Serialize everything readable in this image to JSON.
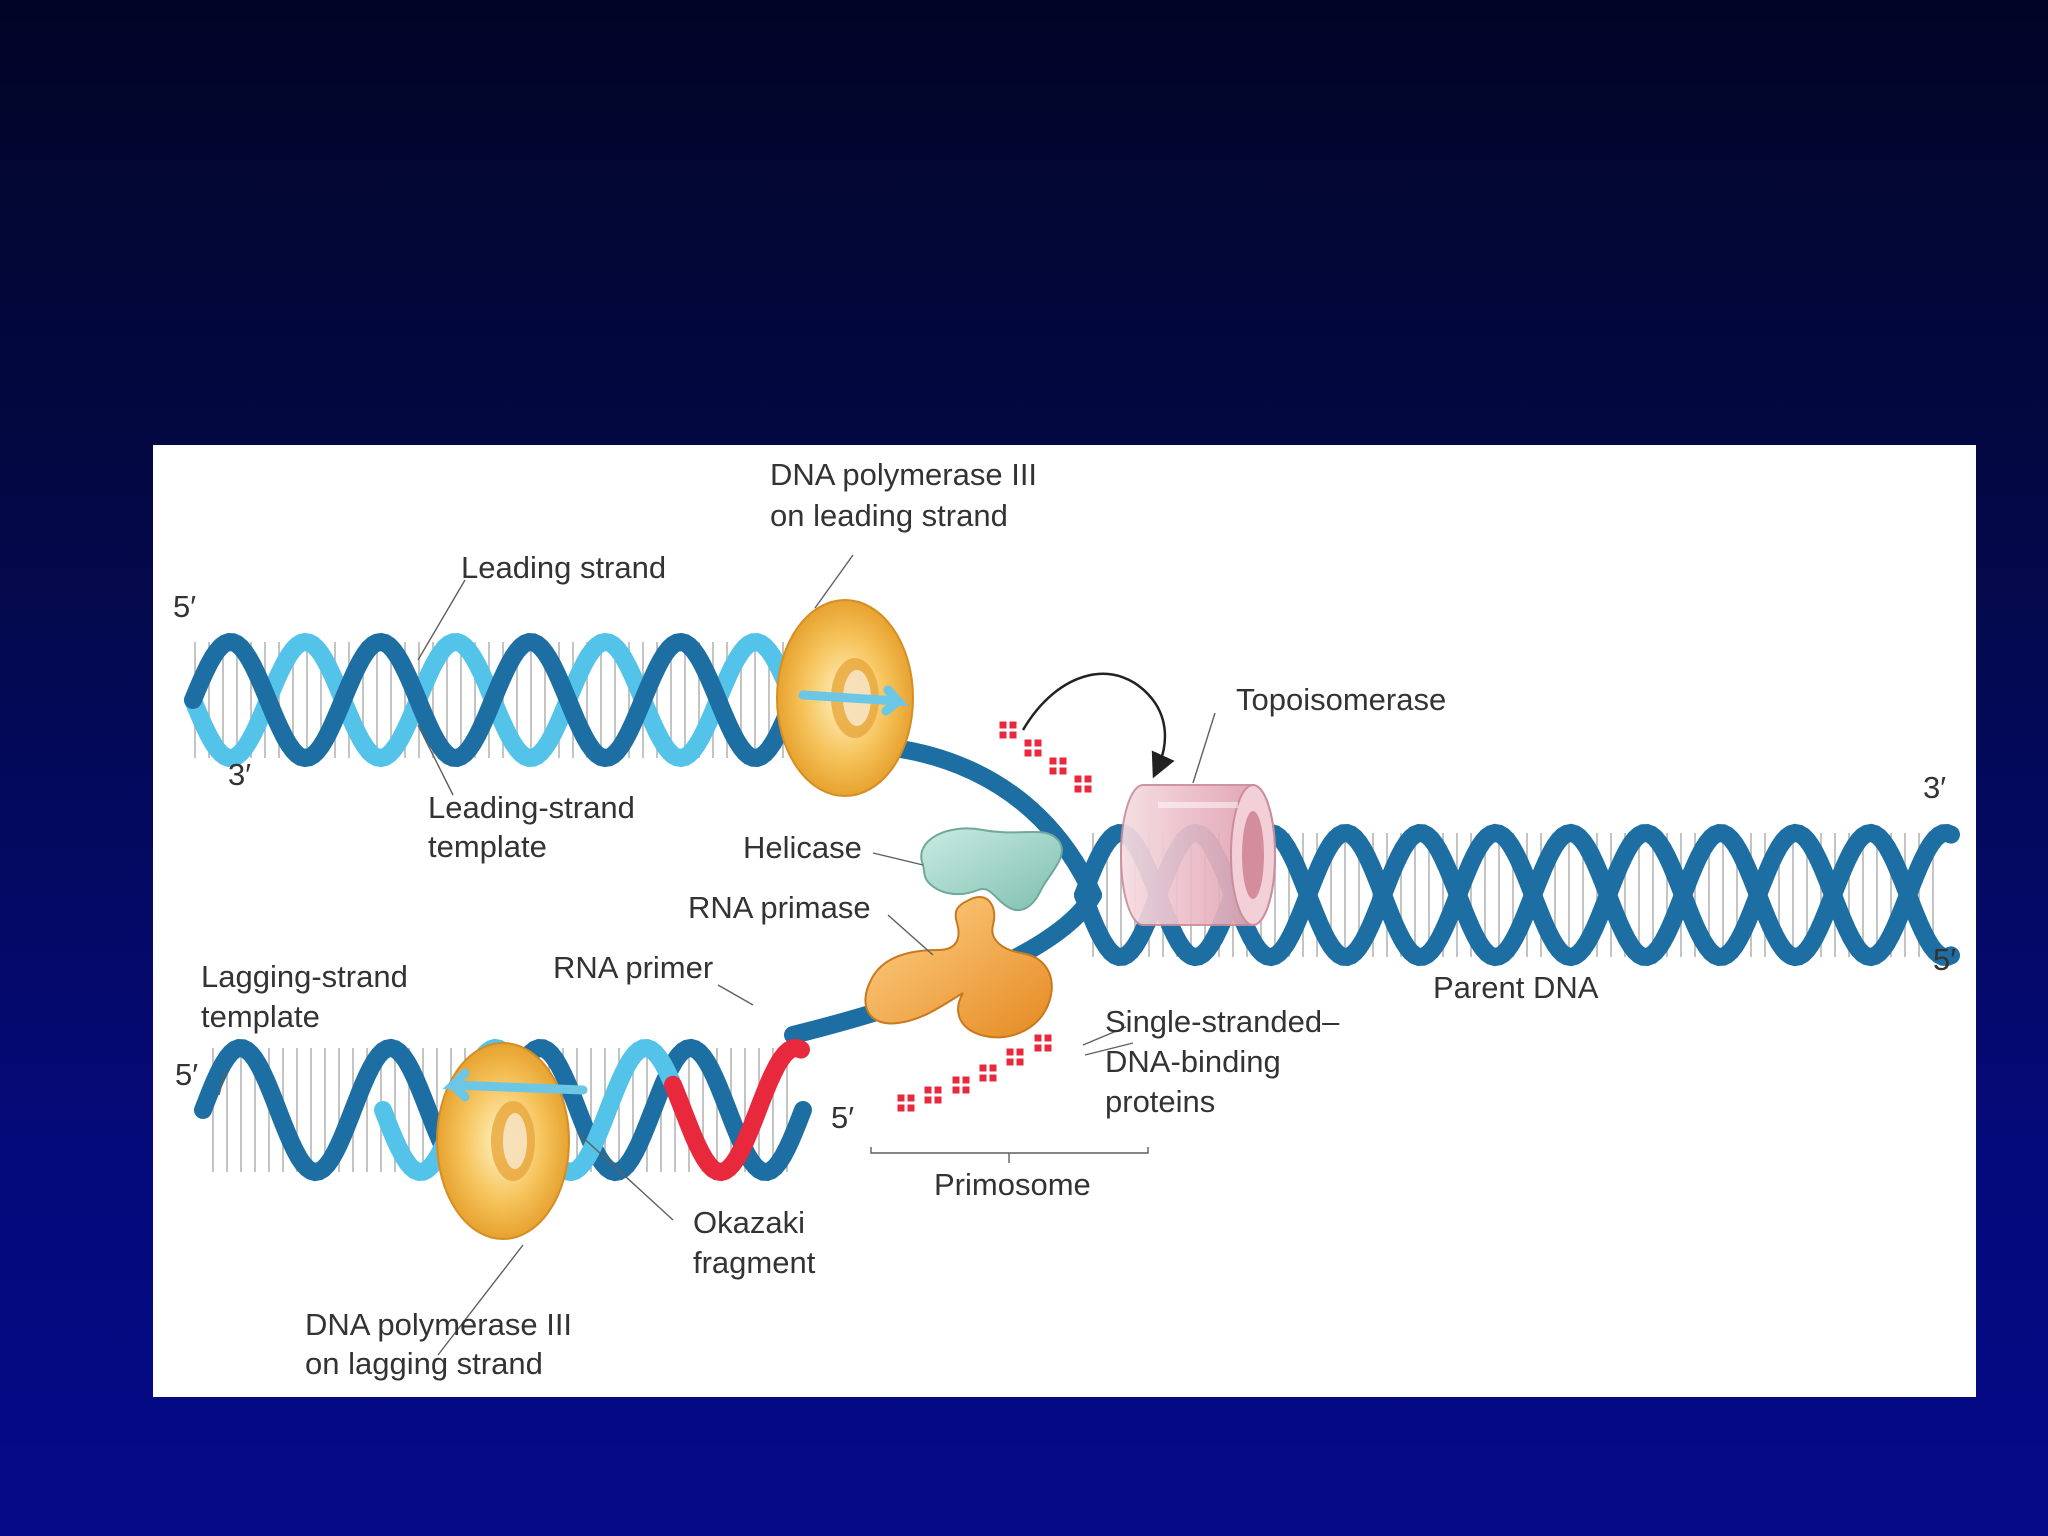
{
  "labels": {
    "dna_pol_leading_1": "DNA polymerase III",
    "dna_pol_leading_2": "on leading strand",
    "leading_strand": "Leading strand",
    "five_prime_top_left": "5′",
    "three_prime_top_left": "3′",
    "leading_template_1": "Leading-strand",
    "leading_template_2": "template",
    "topoisomerase": "Topoisomerase",
    "three_prime_right": "3′",
    "five_prime_right": "5′",
    "helicase": "Helicase",
    "rna_primase": "RNA primase",
    "lagging_template_1": "Lagging-strand",
    "lagging_template_2": "template",
    "rna_primer": "RNA primer",
    "five_prime_lagging_left": "5′",
    "five_prime_lagging_mid": "5′",
    "ssb_1": "Single-stranded–",
    "ssb_2": "DNA-binding",
    "ssb_3": "proteins",
    "parent_dna": "Parent DNA",
    "primosome": "Primosome",
    "okazaki_1": "Okazaki",
    "okazaki_2": "fragment",
    "dna_pol_lagging_1": "DNA polymerase III",
    "dna_pol_lagging_2": "on lagging strand"
  },
  "colors": {
    "dark_strand": "#1d6fa3",
    "light_strand": "#54c3ea",
    "rna_primer": "#e8283c",
    "polymerase_ring": "#f3c25a",
    "topoisomerase": "#efc4cd",
    "helicase": "#9fd3c7",
    "primase": "#f0a33a",
    "ssb": "#e8283c"
  }
}
